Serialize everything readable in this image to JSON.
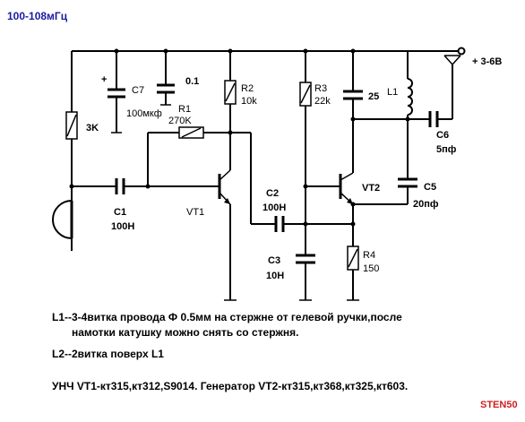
{
  "title": "100-108мГц",
  "supply": "+ 3-6В",
  "components": {
    "c7": {
      "name": "C7",
      "value": "100мкф",
      "polarity": "+"
    },
    "c_top": {
      "value": "0.1"
    },
    "r_left": {
      "value": "3K"
    },
    "r1": {
      "name": "R1",
      "value": "270K"
    },
    "r2": {
      "name": "R2",
      "value": "10k"
    },
    "r3": {
      "name": "R3",
      "value": "22k"
    },
    "c_tank": {
      "value": "25"
    },
    "l1": {
      "name": "L1"
    },
    "c6": {
      "name": "C6",
      "value": "5пф"
    },
    "c5": {
      "name": "C5",
      "value": "20пф"
    },
    "c1": {
      "name": "C1",
      "value": "100Н"
    },
    "vt1": {
      "name": "VT1"
    },
    "vt2": {
      "name": "VT2"
    },
    "c2": {
      "name": "C2",
      "value": "100Н"
    },
    "c3": {
      "name": "C3",
      "value": "10Н"
    },
    "r4": {
      "name": "R4",
      "value": "150"
    }
  },
  "notes": {
    "line1": "L1--3-4витка провода Ф 0.5мм на стержне от гелевой ручки,после",
    "line2": "намотки катушку можно снять со стержня.",
    "line3": "L2--2витка  поверх L1",
    "line4": "УНЧ VT1-кт315,кт312,S9014. Генератор  VT2-кт315,кт368,кт325,кт603."
  },
  "signature": "STEN50",
  "colors": {
    "title": "#1a1aa0",
    "signature": "#d02020",
    "ink": "#000000"
  }
}
